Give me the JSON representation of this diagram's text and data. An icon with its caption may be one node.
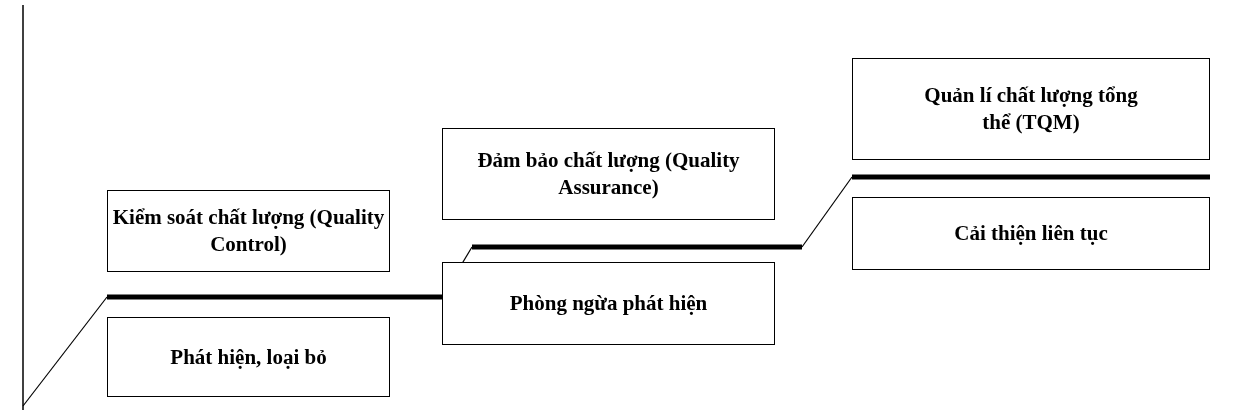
{
  "diagram": {
    "nodes": [
      {
        "text": [
          "Kiểm soát chất lượng (Quality Control)"
        ]
      },
      {
        "text": [
          "Phát hiện, loại bỏ"
        ]
      },
      {
        "text": [
          "Đảm bảo chất lượng (Quality Assurance)"
        ]
      },
      {
        "text": [
          "Phòng ngừa phát hiện"
        ]
      },
      {
        "text": [
          "Quản lí chất lượng tổng thể (TQM)"
        ]
      },
      {
        "text": [
          "Cải thiện liên tục"
        ]
      }
    ]
  }
}
